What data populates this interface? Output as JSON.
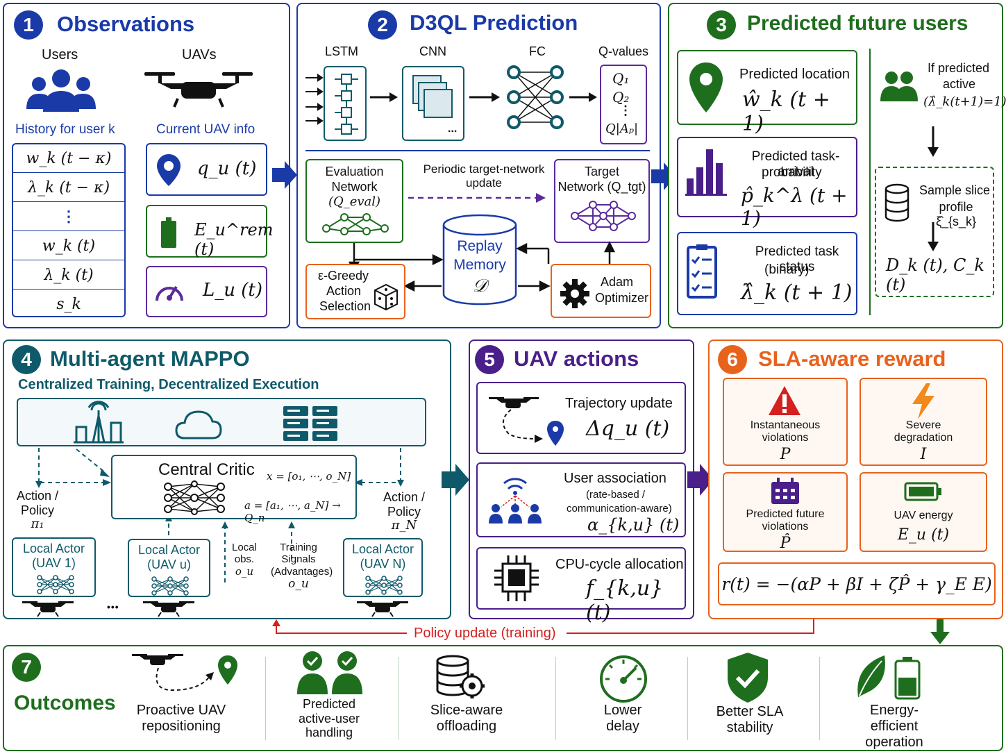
{
  "colors": {
    "blue": "#1a3aa8",
    "navy": "#0d2a8a",
    "green": "#1e6e1e",
    "purple": "#5b2a9a",
    "orange": "#e8621c",
    "teal": "#0f5a6a",
    "red": "#d42020",
    "violet": "#4a1f8a"
  },
  "panel1": {
    "num": "1",
    "title": "Observations",
    "users_label": "Users",
    "uavs_label": "UAVs",
    "history_label": "History for user k",
    "current_label": "Current UAV info",
    "history_rows": [
      "w_k (t − κ)",
      "λ_k (t − κ)",
      "⋮",
      "w_k (t)",
      "λ_k (t)",
      "s_k"
    ],
    "uav_info": [
      "q_u (t)",
      "E_u^rem (t)",
      "L_u (t)"
    ],
    "icons": [
      "users-icon",
      "drone-icon",
      "location-pin-icon",
      "battery-icon",
      "gauge-icon"
    ]
  },
  "panel2": {
    "num": "2",
    "title": "D3QL Prediction",
    "lstm": "LSTM",
    "cnn": "CNN",
    "fc": "FC",
    "qvalues": "Q-values",
    "q_items": [
      "Q₁",
      "Q₂",
      "⋮",
      "Q|Aₚ|"
    ],
    "eval_net": [
      "Evaluation",
      "Network",
      "(Q_eval)"
    ],
    "periodic": [
      "Periodic target-network",
      "update"
    ],
    "target_net": [
      "Target",
      "Network (Q_tgt)"
    ],
    "replay": [
      "Replay",
      "Memory",
      "𝒟"
    ],
    "greedy": [
      "ε-Greedy",
      "Action",
      "Selection"
    ],
    "adam": [
      "Adam",
      "Optimizer"
    ],
    "cnn_dots": "..."
  },
  "panel3": {
    "num": "3",
    "title": "Predicted future users",
    "loc_label": "Predicted location",
    "loc_math": "ŵ_k (t + 1)",
    "task_label": [
      "Predicted task-arrival",
      "probability"
    ],
    "task_math": "p̂_k^λ (t + 1)",
    "status_label": [
      "Predicted task status",
      "(binary)"
    ],
    "status_math": "λ̂_k (t + 1)",
    "if_active": [
      "If predicted",
      "active",
      "(λ̂_k(t+1)=1)"
    ],
    "sample_slice": [
      "Sample slice",
      "profile ξ̂_{s_k}"
    ],
    "dk_ck": "D_k (t), C_k (t)"
  },
  "panel4": {
    "num": "4",
    "title": "Multi-agent MAPPO",
    "subtitle": "Centralized Training, Decentralized Execution",
    "critic": "Central Critic",
    "critic_x": "x = [o₁, ⋯, o_N]",
    "critic_a": "a = [a₁, ⋯, a_N] → Q_n",
    "action_policy_l": [
      "Action /",
      "Policy",
      "π₁"
    ],
    "action_policy_r": [
      "Action /",
      "Policy",
      "π_N"
    ],
    "actors": [
      {
        "title": "Local Actor",
        "sub": "(UAV 1)"
      },
      {
        "title": "Local Actor",
        "sub": "(UAV u)"
      },
      {
        "title": "Local Actor",
        "sub": "(UAV N)"
      }
    ],
    "local_obs": [
      "Local",
      "obs.",
      "o_u"
    ],
    "training_signals": [
      "Training",
      "Signals",
      "(Advantages)",
      "o_u"
    ],
    "dots": "•••"
  },
  "panel5": {
    "num": "5",
    "title": "UAV actions",
    "trajectory": "Trajectory update",
    "trajectory_math": "Δq_u (t)",
    "association": "User association",
    "association_sub": [
      "(rate-based /",
      "communication-aware)"
    ],
    "association_math": "α_{k,u} (t)",
    "cpu": "CPU-cycle allocation",
    "cpu_math": "f_{k,u} (t)"
  },
  "panel6": {
    "num": "6",
    "title": "SLA-aware reward",
    "cells": [
      {
        "label": [
          "Instantaneous",
          "violations"
        ],
        "math": "P",
        "icon": "warning-icon"
      },
      {
        "label": [
          "Severe",
          "degradation"
        ],
        "math": "I",
        "icon": "lightning-icon"
      },
      {
        "label": [
          "Predicted future",
          "violations"
        ],
        "math": "P̂",
        "icon": "calendar-icon"
      },
      {
        "label": [
          "UAV energy"
        ],
        "math": "E_u (t)",
        "icon": "battery-icon"
      }
    ],
    "formula": "r(t) = −(αP + βI + ζP̂ + γ_E E)"
  },
  "policy_update": "Policy update (training)",
  "panel7": {
    "num": "7",
    "title": "Outcomes",
    "items": [
      {
        "label": [
          "Proactive UAV",
          "repositioning"
        ],
        "icon": "drone-route-icon"
      },
      {
        "label": [
          "Predicted",
          "active-user",
          "handling"
        ],
        "icon": "users-check-icon"
      },
      {
        "label": [
          "Slice-aware",
          "offloading"
        ],
        "icon": "database-gear-icon"
      },
      {
        "label": [
          "Lower",
          "delay"
        ],
        "icon": "speedometer-icon"
      },
      {
        "label": [
          "Better SLA",
          "stability"
        ],
        "icon": "shield-check-icon"
      },
      {
        "label": [
          "Energy-efficient",
          "operation"
        ],
        "icon": "leaf-battery-icon"
      }
    ]
  }
}
